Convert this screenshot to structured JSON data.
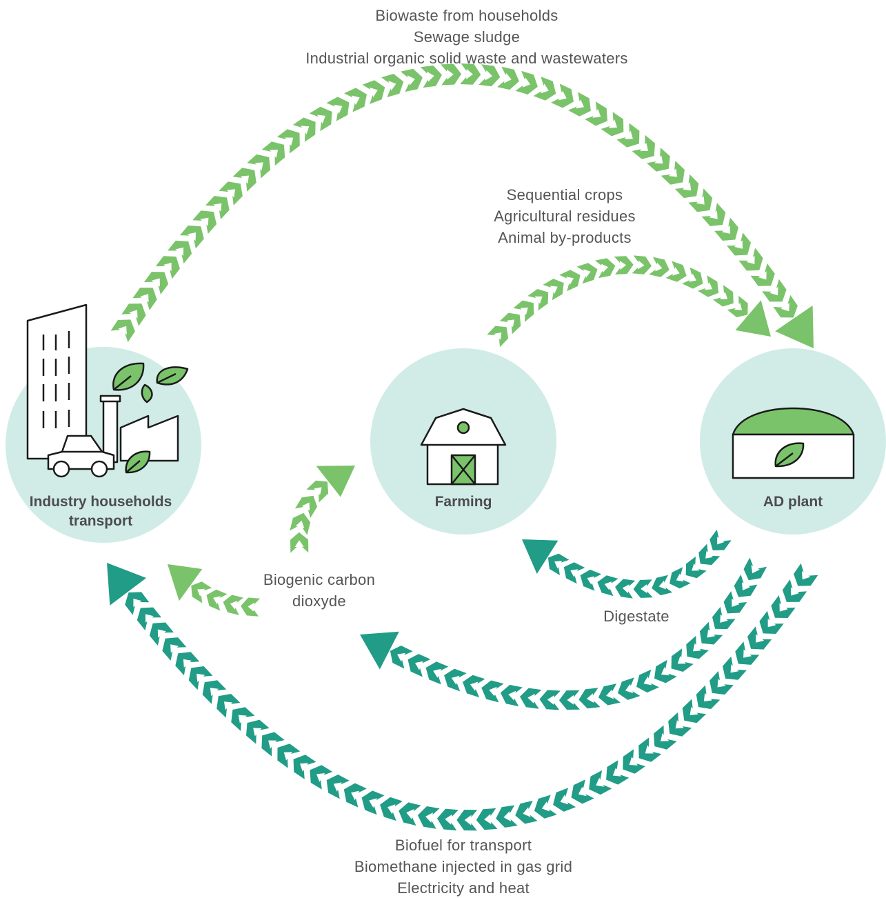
{
  "colors": {
    "circle_fill": "#d1ece7",
    "light_green": "#7ac36a",
    "teal": "#219c86",
    "leaf_fill": "#7ac36a",
    "line": "#1a1a1a",
    "text": "#555555"
  },
  "nodes": {
    "industry": {
      "label_line1": "Industry households",
      "label_line2": "transport",
      "icon": "city-factory-car-icon"
    },
    "farming": {
      "label": "Farming",
      "icon": "barn-icon"
    },
    "ad_plant": {
      "label": "AD plant",
      "icon": "digester-icon"
    }
  },
  "flows": {
    "biowaste": {
      "lines": [
        "Biowaste from households",
        "Sewage sludge",
        "Industrial organic solid waste and wastewaters"
      ]
    },
    "crops": {
      "lines": [
        "Sequential crops",
        "Agricultural residues",
        "Animal by-products"
      ]
    },
    "co2": {
      "lines": [
        "Biogenic carbon",
        "dioxyde"
      ]
    },
    "digestate": {
      "lines": [
        "Digestate"
      ]
    },
    "energy": {
      "lines": [
        "Biofuel for transport",
        "Biomethane injected in gas grid",
        "Electricity and heat"
      ]
    }
  }
}
